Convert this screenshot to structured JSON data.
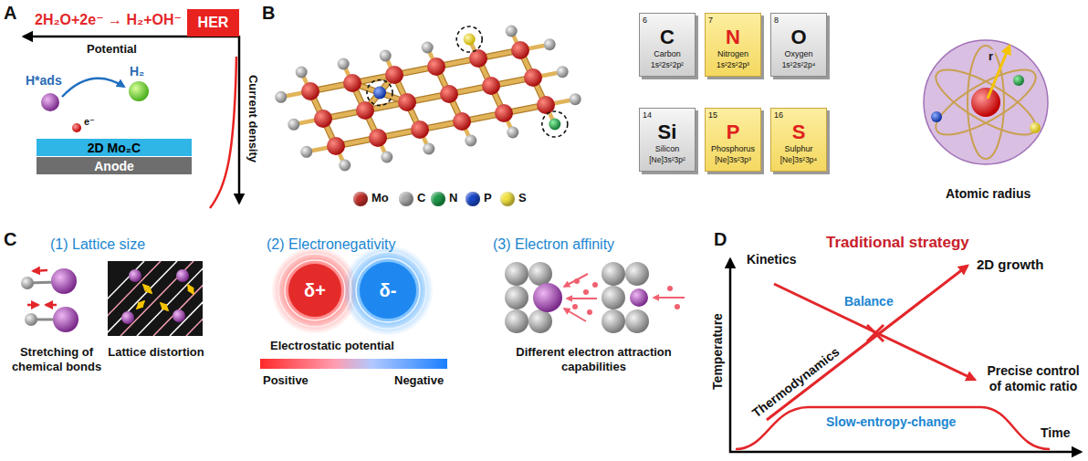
{
  "diagram": {
    "nodes": [
      {
        "text": [
          "HER"
        ]
      },
      {
        "text": [
          "2D Mo₂C"
        ]
      },
      {
        "text": [
          "Anode"
        ]
      },
      {
        "text": [
          "6",
          "C",
          "Carbon",
          "1s²2s²2p²"
        ]
      },
      {
        "text": [
          "7",
          "N",
          "Nitrogen",
          "1s²2s²2p³"
        ]
      },
      {
        "text": [
          "8",
          "O",
          "Oxygen",
          "1s²2s²2p⁴"
        ]
      },
      {
        "text": [
          "14",
          "Si",
          "Silicon",
          "[Ne]3s²3p²"
        ]
      },
      {
        "text": [
          "15",
          "P",
          "Phosphorus",
          "[Ne]3s²3p³"
        ]
      },
      {
        "text": [
          "16",
          "S",
          "Sulphur",
          "[Ne]3s²3p⁴"
        ]
      },
      {
        "text": [
          "δ+"
        ]
      },
      {
        "text": [
          "δ-"
        ]
      }
    ],
    "labels": [
      "A",
      "2H₂O+2e⁻ → H₂+OH⁻",
      "Potential",
      "H*ads",
      "H₂",
      "e⁻",
      "Current density",
      "B",
      "Atomic radius",
      "r",
      "C",
      "(1) Lattice size",
      "(2) Electronegativity",
      "(3) Electron affinity",
      "Stretching of chemical bonds",
      "Lattice distortion",
      "Electrostatic potential",
      "Positive",
      "Negative",
      "Different electron attraction capabilities",
      "D",
      "Traditional strategy",
      "Temperature",
      "Kinetics",
      "Thermodynamics",
      "Balance",
      "2D growth",
      "Precise control of atomic ratio",
      "Slow-entropy-change",
      "Time"
    ],
    "legend": [
      {
        "text": "Mo",
        "color": "#c0302a"
      },
      {
        "text": "C",
        "color": "#a8a8a8"
      },
      {
        "text": "N",
        "color": "#1f9a4a"
      },
      {
        "text": "P",
        "color": "#1a48c8"
      },
      {
        "text": "S",
        "color": "#f0e040"
      }
    ]
  }
}
